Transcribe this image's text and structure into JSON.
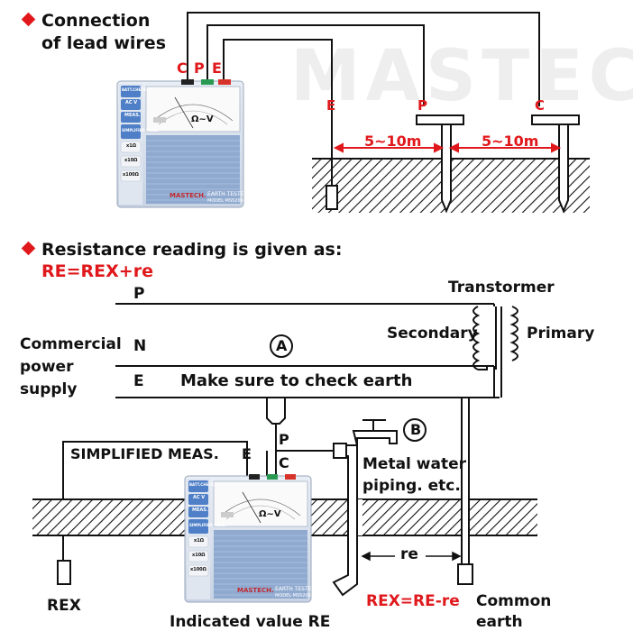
{
  "watermark_text": "MASTEC",
  "section1": {
    "heading_line1": "Connection",
    "heading_line2": "of lead wires",
    "terminal_c": "C",
    "terminal_p": "P",
    "terminal_e": "E",
    "electrode_e": "E",
    "electrode_p": "P",
    "electrode_c": "C",
    "distance_1": "5~10m",
    "distance_2": "5~10m"
  },
  "meter": {
    "brand": "MASTECH.",
    "model_line1": "EARTH TESTER",
    "model_line2": "MODEL MS5209",
    "scale_label": "Ω~V",
    "buttons": [
      "BATT.CHECK",
      "AC V",
      "MEAS.",
      "SIMPLIFIED MEAS.",
      "x1Ω",
      "x10Ω",
      "x100Ω"
    ]
  },
  "section2": {
    "heading": "Resistance reading is given as:",
    "formula": "RE=REX+re",
    "line_p": "P",
    "line_n": "N",
    "line_e": "E",
    "supply_line1": "Commercial",
    "supply_line2": "power",
    "supply_line3": "supply",
    "circle_a": "A",
    "circle_b": "B",
    "check_earth": "Make sure to check earth",
    "transformer": "Transtormer",
    "secondary": "Secondary",
    "primary": "Primary",
    "simplified": "SIMPLIFIED MEAS.",
    "meter_e": "E",
    "meter_p": "P",
    "meter_c": "C",
    "water_line1": "Metal water",
    "water_line2": "piping. etc.",
    "re_label": "re",
    "rex": "REX",
    "rex_formula": "REX=RE-re",
    "common_line1": "Common",
    "common_line2": "earth",
    "indicated": "Indicated value RE"
  }
}
